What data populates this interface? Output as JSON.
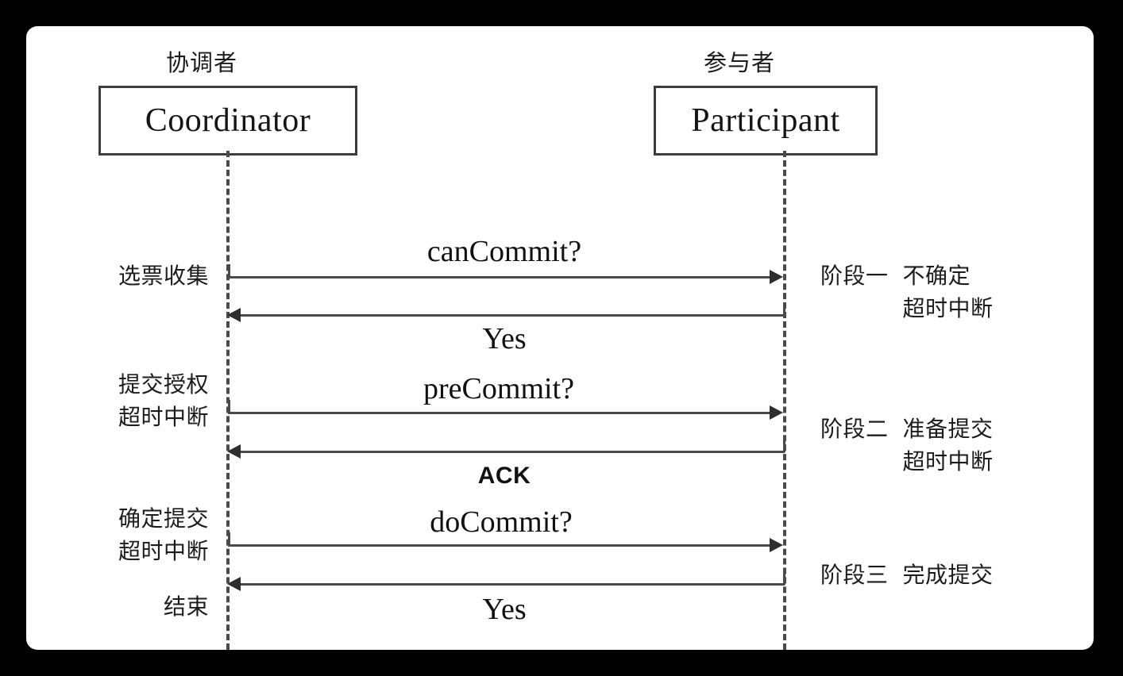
{
  "diagram": {
    "title_cn_left": "协调者",
    "title_cn_right": "参与者",
    "actors": [
      {
        "caption": "协调者",
        "name": "Coordinator"
      },
      {
        "caption": "参与者",
        "name": "Participant"
      }
    ],
    "messages": [
      {
        "label": "canCommit?",
        "direction": "right",
        "style": "serif"
      },
      {
        "label": "Yes",
        "direction": "left",
        "style": "serif"
      },
      {
        "label": "preCommit?",
        "direction": "right",
        "style": "serif"
      },
      {
        "label": "ACK",
        "direction": "left",
        "style": "sans-bold"
      },
      {
        "label": "doCommit?",
        "direction": "right",
        "style": "serif"
      },
      {
        "label": "Yes",
        "direction": "left",
        "style": "serif"
      }
    ],
    "left_labels": [
      {
        "lines": [
          "选票收集"
        ]
      },
      {
        "lines": [
          "提交授权",
          "超时中断"
        ]
      },
      {
        "lines": [
          "确定提交",
          "超时中断"
        ]
      },
      {
        "lines": [
          "结束"
        ]
      }
    ],
    "phases": [
      {
        "name": "阶段一",
        "desc_lines": [
          "不确定",
          "超时中断"
        ]
      },
      {
        "name": "阶段二",
        "desc_lines": [
          "准备提交",
          "超时中断"
        ]
      },
      {
        "name": "阶段三",
        "desc_lines": [
          "完成提交"
        ]
      }
    ],
    "colors": {
      "background": "#000000",
      "canvas": "#ffffff",
      "stroke": "#4a4a4a",
      "text": "#111111"
    }
  }
}
